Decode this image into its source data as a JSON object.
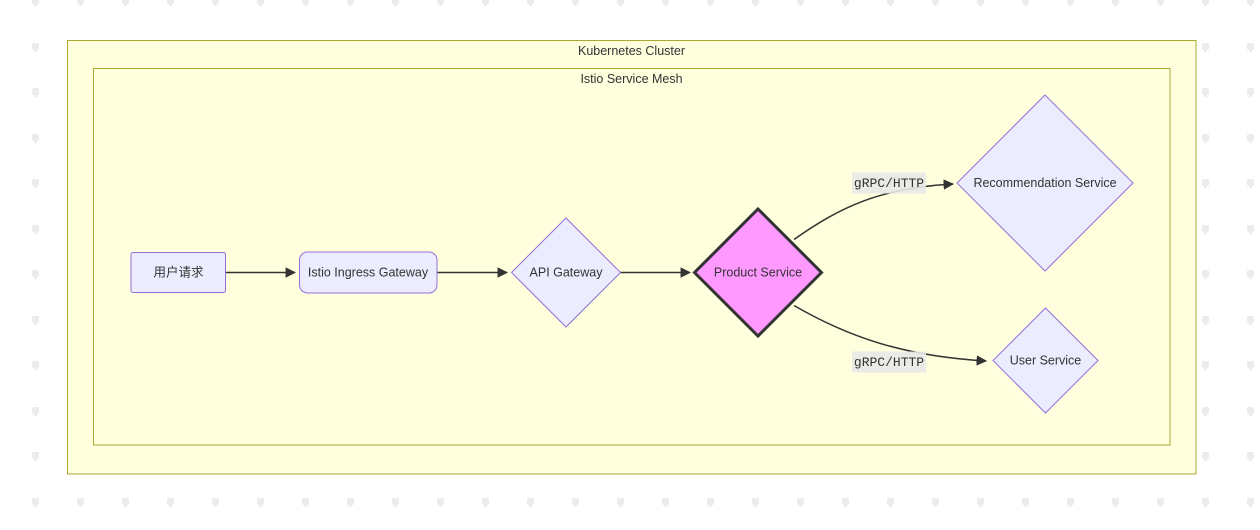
{
  "canvas": {
    "background_color": "#ffffff",
    "grid_dot_color": "#ececec"
  },
  "diagram": {
    "clusters": {
      "outer": {
        "label": "Kubernetes Cluster",
        "fill": "#ffffde",
        "border": "#aaaa33"
      },
      "inner": {
        "label": "Istio Service Mesh",
        "fill": "#ffffde",
        "border": "#aaaa33"
      }
    },
    "node_style": {
      "fill": "#ECECFF",
      "border": "#9370DB",
      "text_color": "#333333"
    },
    "nodes": {
      "user_request": {
        "label": "用户请求",
        "shape": "rectangle"
      },
      "ingress_gateway": {
        "label": "Istio Ingress Gateway",
        "shape": "rounded-rectangle"
      },
      "api_gateway": {
        "label": "API Gateway",
        "shape": "diamond"
      },
      "product_service": {
        "label": "Product Service",
        "shape": "diamond",
        "fill": "#ff99ff",
        "border": "#333333"
      },
      "recommendation_service": {
        "label": "Recommendation Service",
        "shape": "diamond"
      },
      "user_service": {
        "label": "User Service",
        "shape": "diamond"
      }
    },
    "edges": [
      {
        "from": "user_request",
        "to": "ingress_gateway",
        "label": ""
      },
      {
        "from": "ingress_gateway",
        "to": "api_gateway",
        "label": ""
      },
      {
        "from": "api_gateway",
        "to": "product_service",
        "label": ""
      },
      {
        "from": "product_service",
        "to": "recommendation_service",
        "label": "gRPC/HTTP"
      },
      {
        "from": "product_service",
        "to": "user_service",
        "label": "gRPC/HTTP"
      }
    ],
    "edge_style": {
      "color": "#333333",
      "label_background": "#e8e8e8"
    }
  }
}
